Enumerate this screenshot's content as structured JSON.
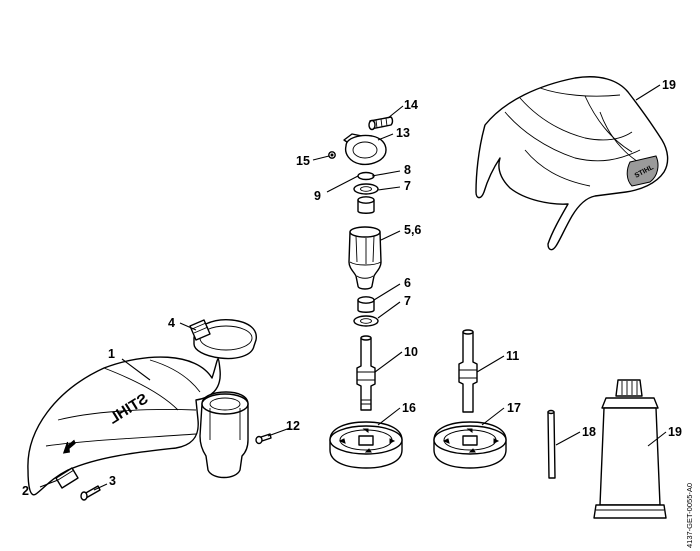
{
  "labels": {
    "p1": "1",
    "p2": "2",
    "p3": "3",
    "p4": "4",
    "p5_6": "5,6",
    "p6": "6",
    "p7a": "7",
    "p7b": "7",
    "p8": "8",
    "p9": "9",
    "p10": "10",
    "p11": "11",
    "p12": "12",
    "p13": "13",
    "p14": "14",
    "p15": "15",
    "p16": "16",
    "p17": "17",
    "p18": "18",
    "p19a": "19",
    "p19b": "19"
  },
  "logos": {
    "guard": "STIHL",
    "glasses": "STIHL"
  },
  "doc_id": "4137-GET-0055-A0"
}
